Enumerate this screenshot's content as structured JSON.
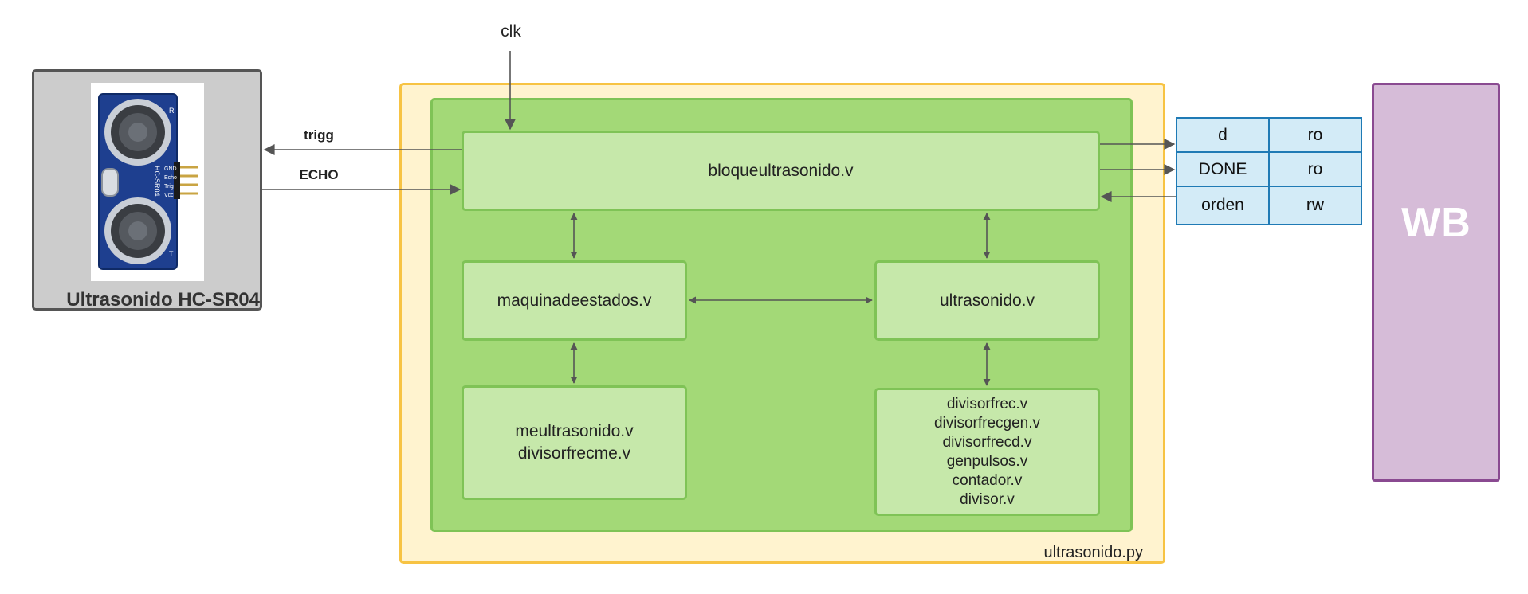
{
  "sensor": {
    "label": "Ultrasonido HC-SR04",
    "icon": "ultrasonic-sensor-icon",
    "pin_labels": [
      "GND",
      "Echo",
      "Trig",
      "Vcc"
    ],
    "side_labels": [
      "R",
      "T"
    ],
    "module_text": "HC-SR04"
  },
  "signals": {
    "clk": "clk",
    "trigg": "trigg",
    "echo": "ECHO"
  },
  "python_wrapper": {
    "label": "ultrasonido.py"
  },
  "modules": {
    "bloque": "bloqueultrasonido.v",
    "maquina": "maquinadeestados.v",
    "ultrasonido": "ultrasonido.v",
    "meultrasonido": [
      "meultrasonido.v",
      "divisorfrecme.v"
    ],
    "divisores": [
      "divisorfrec.v",
      "divisorfrecgen.v",
      "divisorfrecd.v",
      "genpulsos.v",
      "contador.v",
      "divisor.v"
    ]
  },
  "registers": [
    {
      "name": "d",
      "access": "ro"
    },
    {
      "name": "DONE",
      "access": "ro"
    },
    {
      "name": "orden",
      "access": "rw"
    }
  ],
  "bus": {
    "label": "WB"
  },
  "colors": {
    "outer": "#fff3cf",
    "outer_border": "#f7c343",
    "inner": "#a3d977",
    "inner_border": "#7fc356",
    "module": "#c6e8aa",
    "register": "#d3ebf7",
    "register_border": "#1f7ab5",
    "wb": "#d6bcd8",
    "wb_border": "#8a4a91",
    "sensor_bg": "#cccccc",
    "sensor_border": "#555555",
    "arrow": "#555555"
  }
}
